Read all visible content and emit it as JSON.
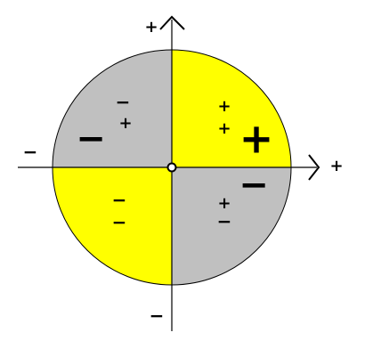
{
  "colors": {
    "positive_quadrant": "#ffff00",
    "negative_quadrant": "#c0c0c0",
    "outline": "#000000",
    "background": "#ffffff"
  },
  "quadrants": [
    {
      "position": "top-left",
      "fill": "negative_quadrant",
      "symbols": [
        "−",
        "+"
      ]
    },
    {
      "position": "top-right",
      "fill": "positive_quadrant",
      "symbols": [
        "+",
        "+"
      ]
    },
    {
      "position": "bottom-left",
      "fill": "positive_quadrant",
      "symbols": [
        "−",
        "−"
      ]
    },
    {
      "position": "bottom-right",
      "fill": "negative_quadrant",
      "symbols": [
        "+",
        "−"
      ]
    }
  ],
  "axis_labels": {
    "x_positive": "+",
    "x_negative": "−",
    "y_positive": "+",
    "y_negative": "−"
  },
  "large_symbols": {
    "plus": "+",
    "minus_left": "−",
    "minus_right": "−"
  }
}
